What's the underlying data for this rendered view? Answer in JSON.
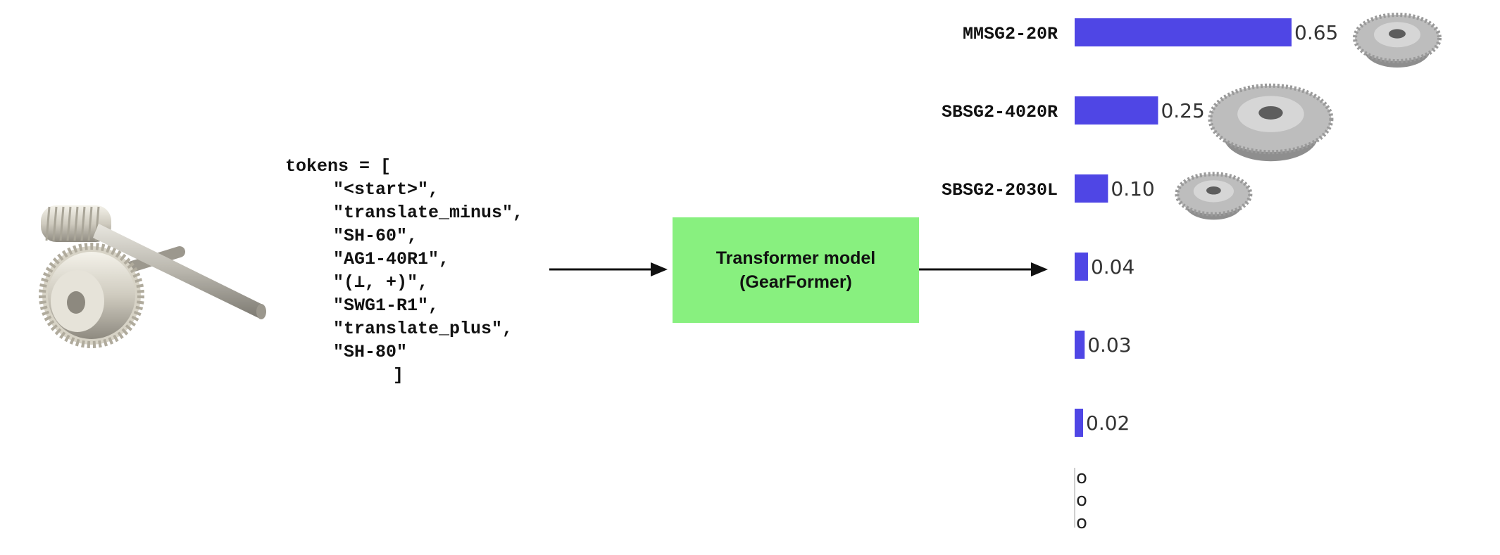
{
  "colors": {
    "bar": "#4f46e5",
    "model_box": "#88f07f",
    "arrow": "#111111"
  },
  "input": {
    "icon": "worm-gear-shaft-assembly-icon",
    "code_open": "tokens = [",
    "tokens": [
      "\"<start>\",",
      "\"translate_minus\",",
      "\"SH-60\",",
      "\"AG1-40R1\",",
      "\"(⊥, +)\",",
      "\"SWG1-R1\",",
      "\"translate_plus\",",
      "\"SH-80\""
    ],
    "code_close": "]"
  },
  "model": {
    "line1": "Transformer model",
    "line2": "(GearFormer)"
  },
  "chart_data": {
    "type": "bar",
    "orientation": "horizontal",
    "categories": [
      "MMSG2-20R",
      "SBSG2-4020R",
      "SBSG2-2030L",
      "",
      "",
      ""
    ],
    "values": [
      0.65,
      0.25,
      0.1,
      0.04,
      0.03,
      0.02
    ],
    "value_labels": [
      "0.65",
      "0.25",
      "0.10",
      "0.04",
      "0.03",
      "0.02"
    ],
    "continuation": [
      "o",
      "o",
      "o"
    ],
    "xlim": [
      0,
      0.65
    ],
    "grid": false,
    "thumbnails": [
      "bevel-gear-icon",
      "bevel-gear-icon",
      "bevel-gear-icon"
    ]
  }
}
